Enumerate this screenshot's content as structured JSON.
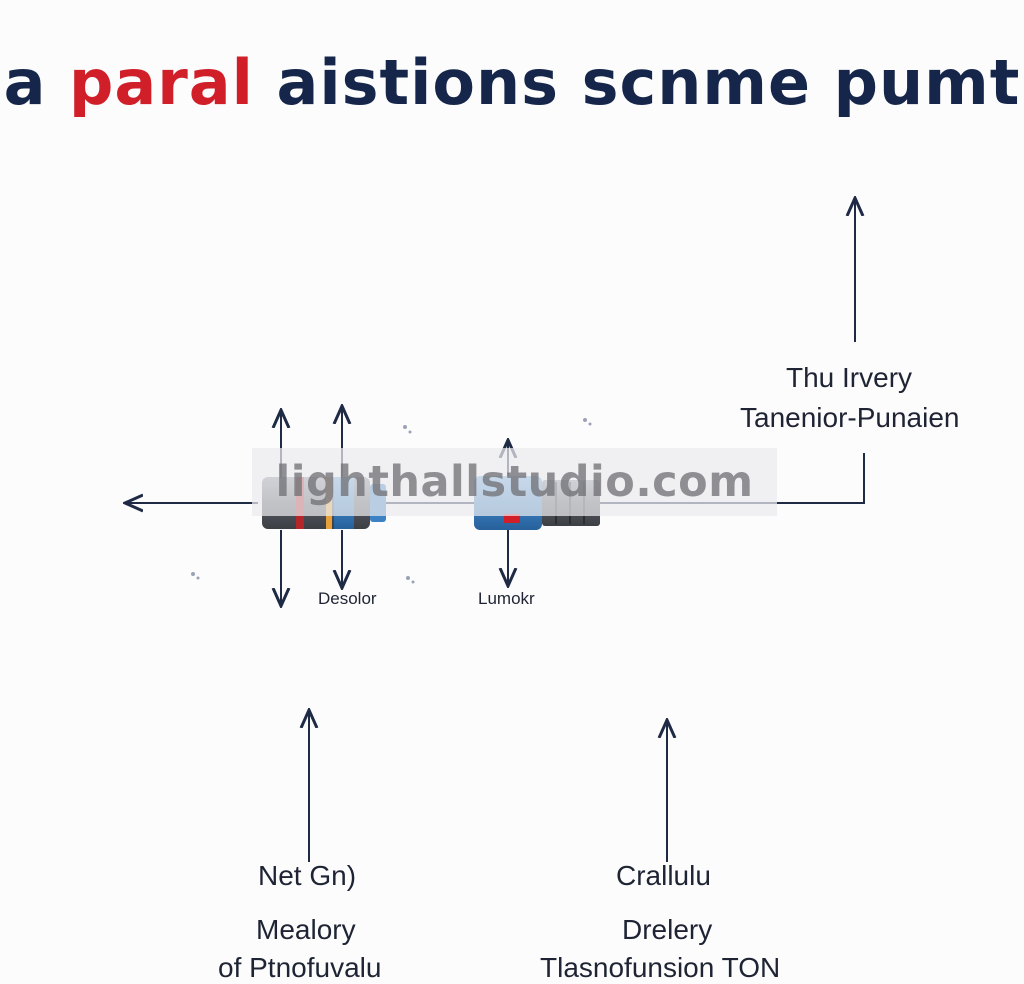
{
  "title": {
    "word1": "a",
    "word2": "paral",
    "rest": "aistions scnme pumt"
  },
  "labels": {
    "top_right_line1": "Thu Irvery",
    "top_right_line2": "Tanenior-Punaien",
    "component1": "Desolor",
    "component2": "Lumokr",
    "bottom_left_line1": "Net Gn)",
    "bottom_left_line2": "Mealory",
    "bottom_left_line3": "of Ptnofuvalu",
    "bottom_right_line1": "Crallulu",
    "bottom_right_line2": "Drelery",
    "bottom_right_line3": "Tlasnofunsion TON"
  },
  "watermark": "lighthallstudio.com",
  "colors": {
    "navy": "#16264a",
    "red": "#d11f2a",
    "line": "#1f2a44",
    "blue_component": "#3b82c4",
    "orange_band": "#e8a13a"
  }
}
